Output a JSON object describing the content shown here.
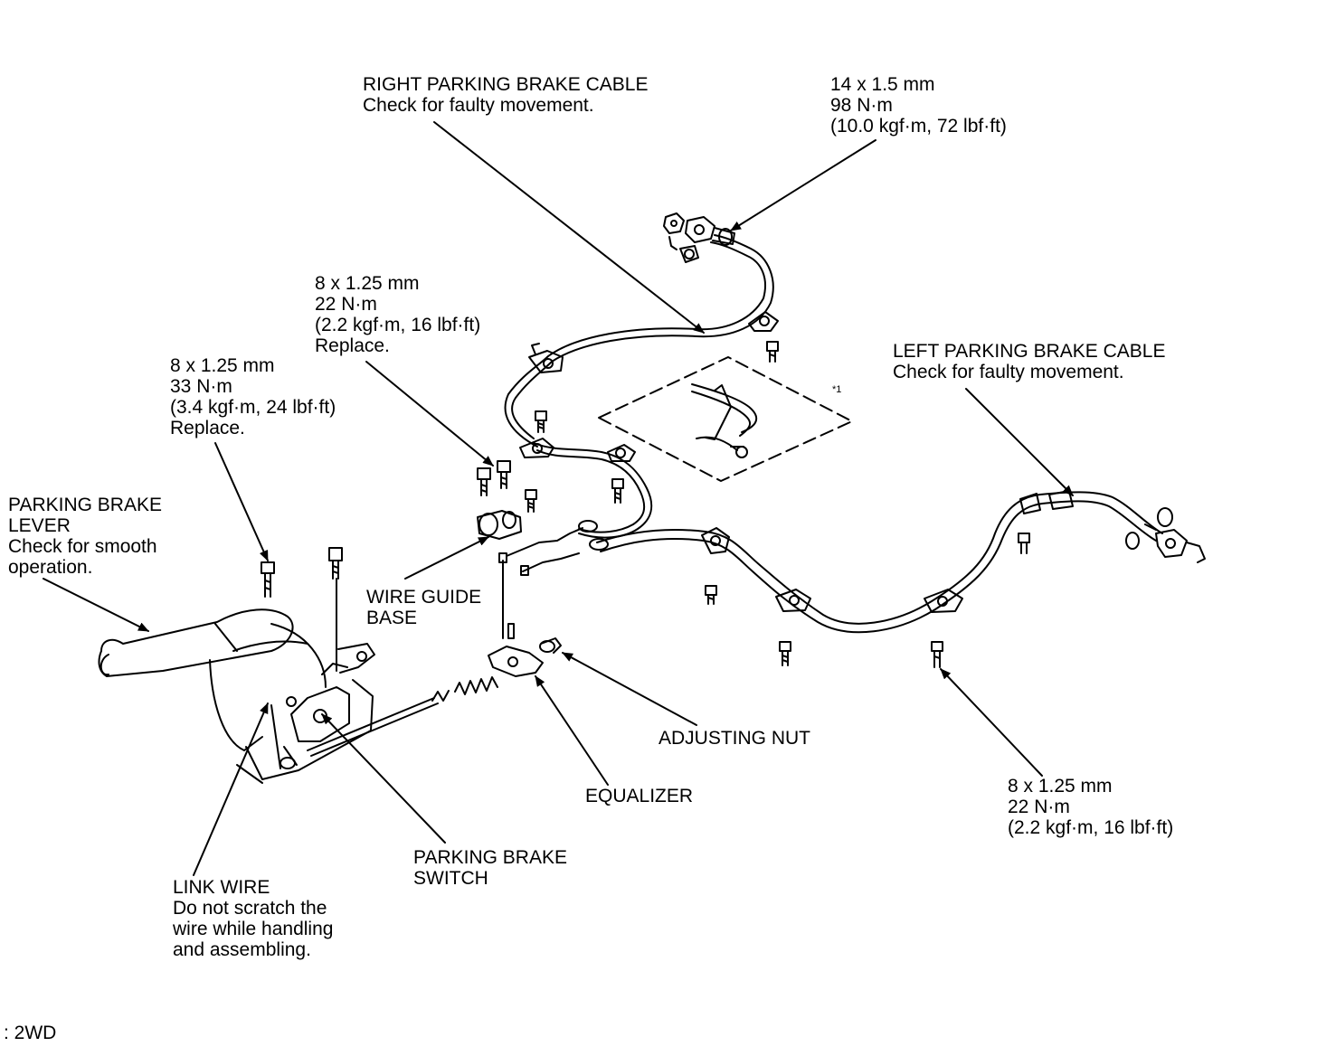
{
  "labels": {
    "right_cable": {
      "line1": "RIGHT PARKING BRAKE CABLE",
      "line2": "Check for faulty movement."
    },
    "torque_rear_right": {
      "line1": "14 x 1.5 mm",
      "line2": "98 N·m",
      "line3": "(10.0 kgf·m, 72 lbf·ft)"
    },
    "torque_guide": {
      "line1": "8 x 1.25 mm",
      "line2": "22 N·m",
      "line3": "(2.2 kgf·m, 16 lbf·ft)",
      "line4": "Replace."
    },
    "torque_lever": {
      "line1": "8 x 1.25 mm",
      "line2": "33 N·m",
      "line3": "(3.4 kgf·m, 24 lbf·ft)",
      "line4": "Replace."
    },
    "left_cable": {
      "line1": "LEFT PARKING BRAKE CABLE",
      "line2": "Check for faulty movement."
    },
    "lever": {
      "line1": "PARKING BRAKE",
      "line2": "LEVER",
      "line3": "Check for smooth",
      "line4": "operation."
    },
    "wire_guide": {
      "line1": "WIRE GUIDE",
      "line2": "BASE"
    },
    "adjusting_nut": {
      "line1": "ADJUSTING NUT"
    },
    "equalizer": {
      "line1": "EQUALIZER"
    },
    "torque_left_bracket": {
      "line1": "8 x 1.25 mm",
      "line2": "22 N·m",
      "line3": "(2.2 kgf·m, 16 lbf·ft)"
    },
    "switch": {
      "line1": "PARKING BRAKE",
      "line2": "SWITCH"
    },
    "link_wire": {
      "line1": "LINK WIRE",
      "line2": "Do not scratch the",
      "line3": "wire while handling",
      "line4": "and assembling."
    },
    "detail_marker": "*1",
    "footnote": ": 2WD"
  }
}
